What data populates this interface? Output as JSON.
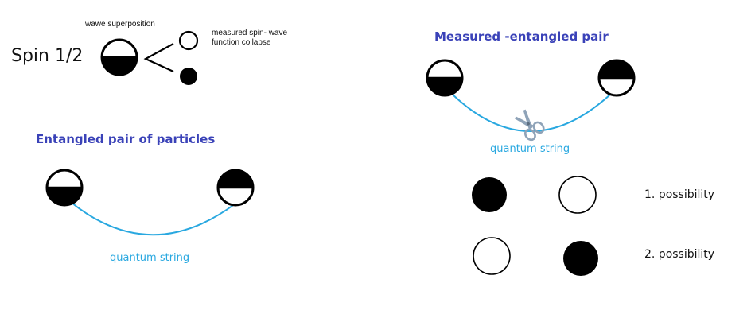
{
  "colors": {
    "heading": "#3a42b8",
    "string": "#29a8e0",
    "ink": "#000000",
    "scissors": "#8fa3b8"
  },
  "icons": {
    "scissors": "scissors-icon"
  },
  "top_left": {
    "superposition_label": "wawe superposition",
    "spin_label": "Spin 1/2",
    "collapse_label_line1": "measured spin- wave",
    "collapse_label_line2": "function collapse"
  },
  "entangled": {
    "title": "Entangled pair of particles",
    "string_label": "quantum string"
  },
  "measured": {
    "title": "Measured -entangled pair",
    "string_label": "quantum string",
    "possibility_1": "1. possibility",
    "possibility_2": "2. possibility"
  }
}
